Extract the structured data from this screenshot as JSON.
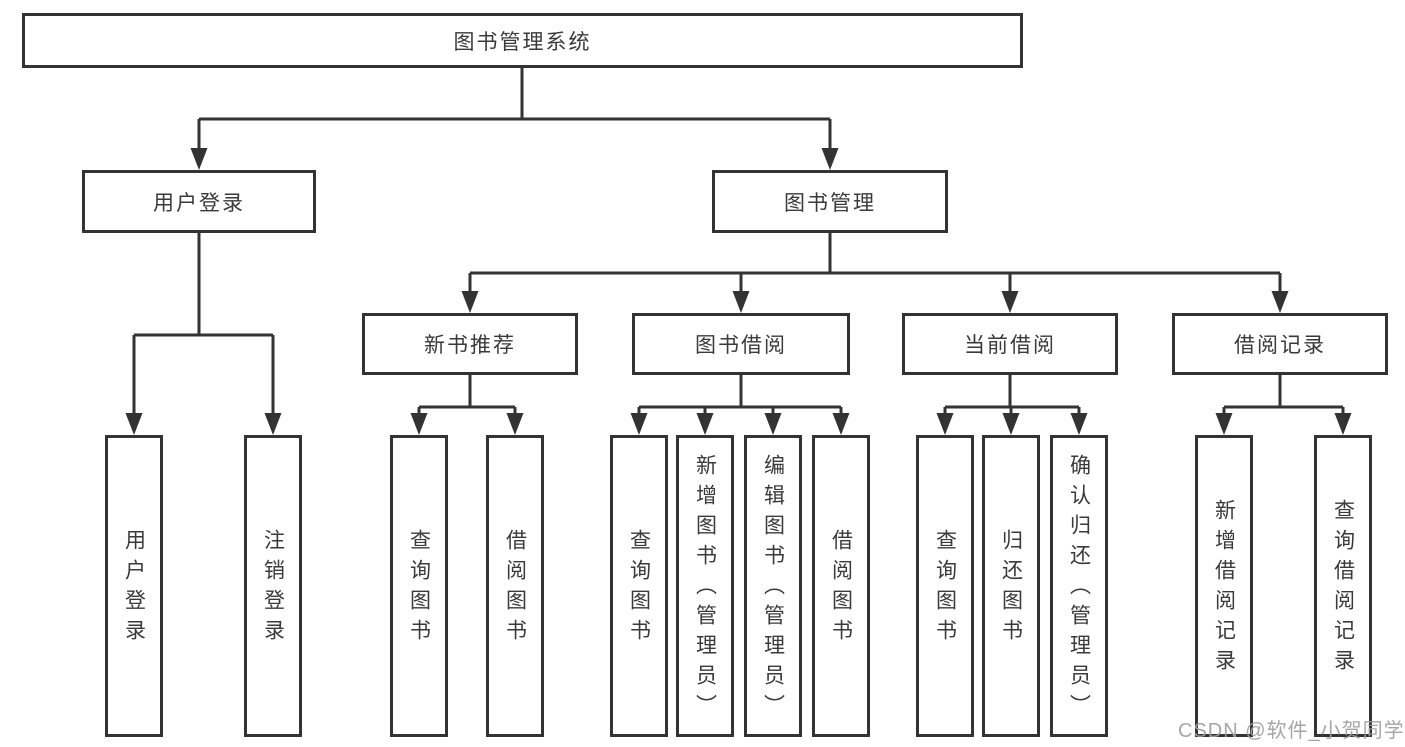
{
  "tree": {
    "root": {
      "label": "图书管理系统"
    },
    "branches": [
      {
        "label": "用户登录",
        "children": [
          {
            "label": "用户登录"
          },
          {
            "label": "注销登录"
          }
        ]
      },
      {
        "label": "图书管理",
        "sections": [
          {
            "label": "新书推荐",
            "children": [
              {
                "label": "查询图书"
              },
              {
                "label": "借阅图书"
              }
            ]
          },
          {
            "label": "图书借阅",
            "children": [
              {
                "label": "查询图书"
              },
              {
                "label": "新增图书（管理员）"
              },
              {
                "label": "编辑图书（管理员）"
              },
              {
                "label": "借阅图书"
              }
            ]
          },
          {
            "label": "当前借阅",
            "children": [
              {
                "label": "查询图书"
              },
              {
                "label": "归还图书"
              },
              {
                "label": "确认归还（管理员）"
              }
            ]
          },
          {
            "label": "借阅记录",
            "children": [
              {
                "label": "新增借阅记录"
              },
              {
                "label": "查询借阅记录"
              }
            ]
          }
        ]
      }
    ]
  },
  "watermark": {
    "text": "CSDN @软件_小贺同学"
  },
  "colors": {
    "line": "#333333",
    "box_border": "#333333",
    "box_background": "#ffffff",
    "text": "#3a3a3a",
    "watermark": "#9e9e9e"
  }
}
